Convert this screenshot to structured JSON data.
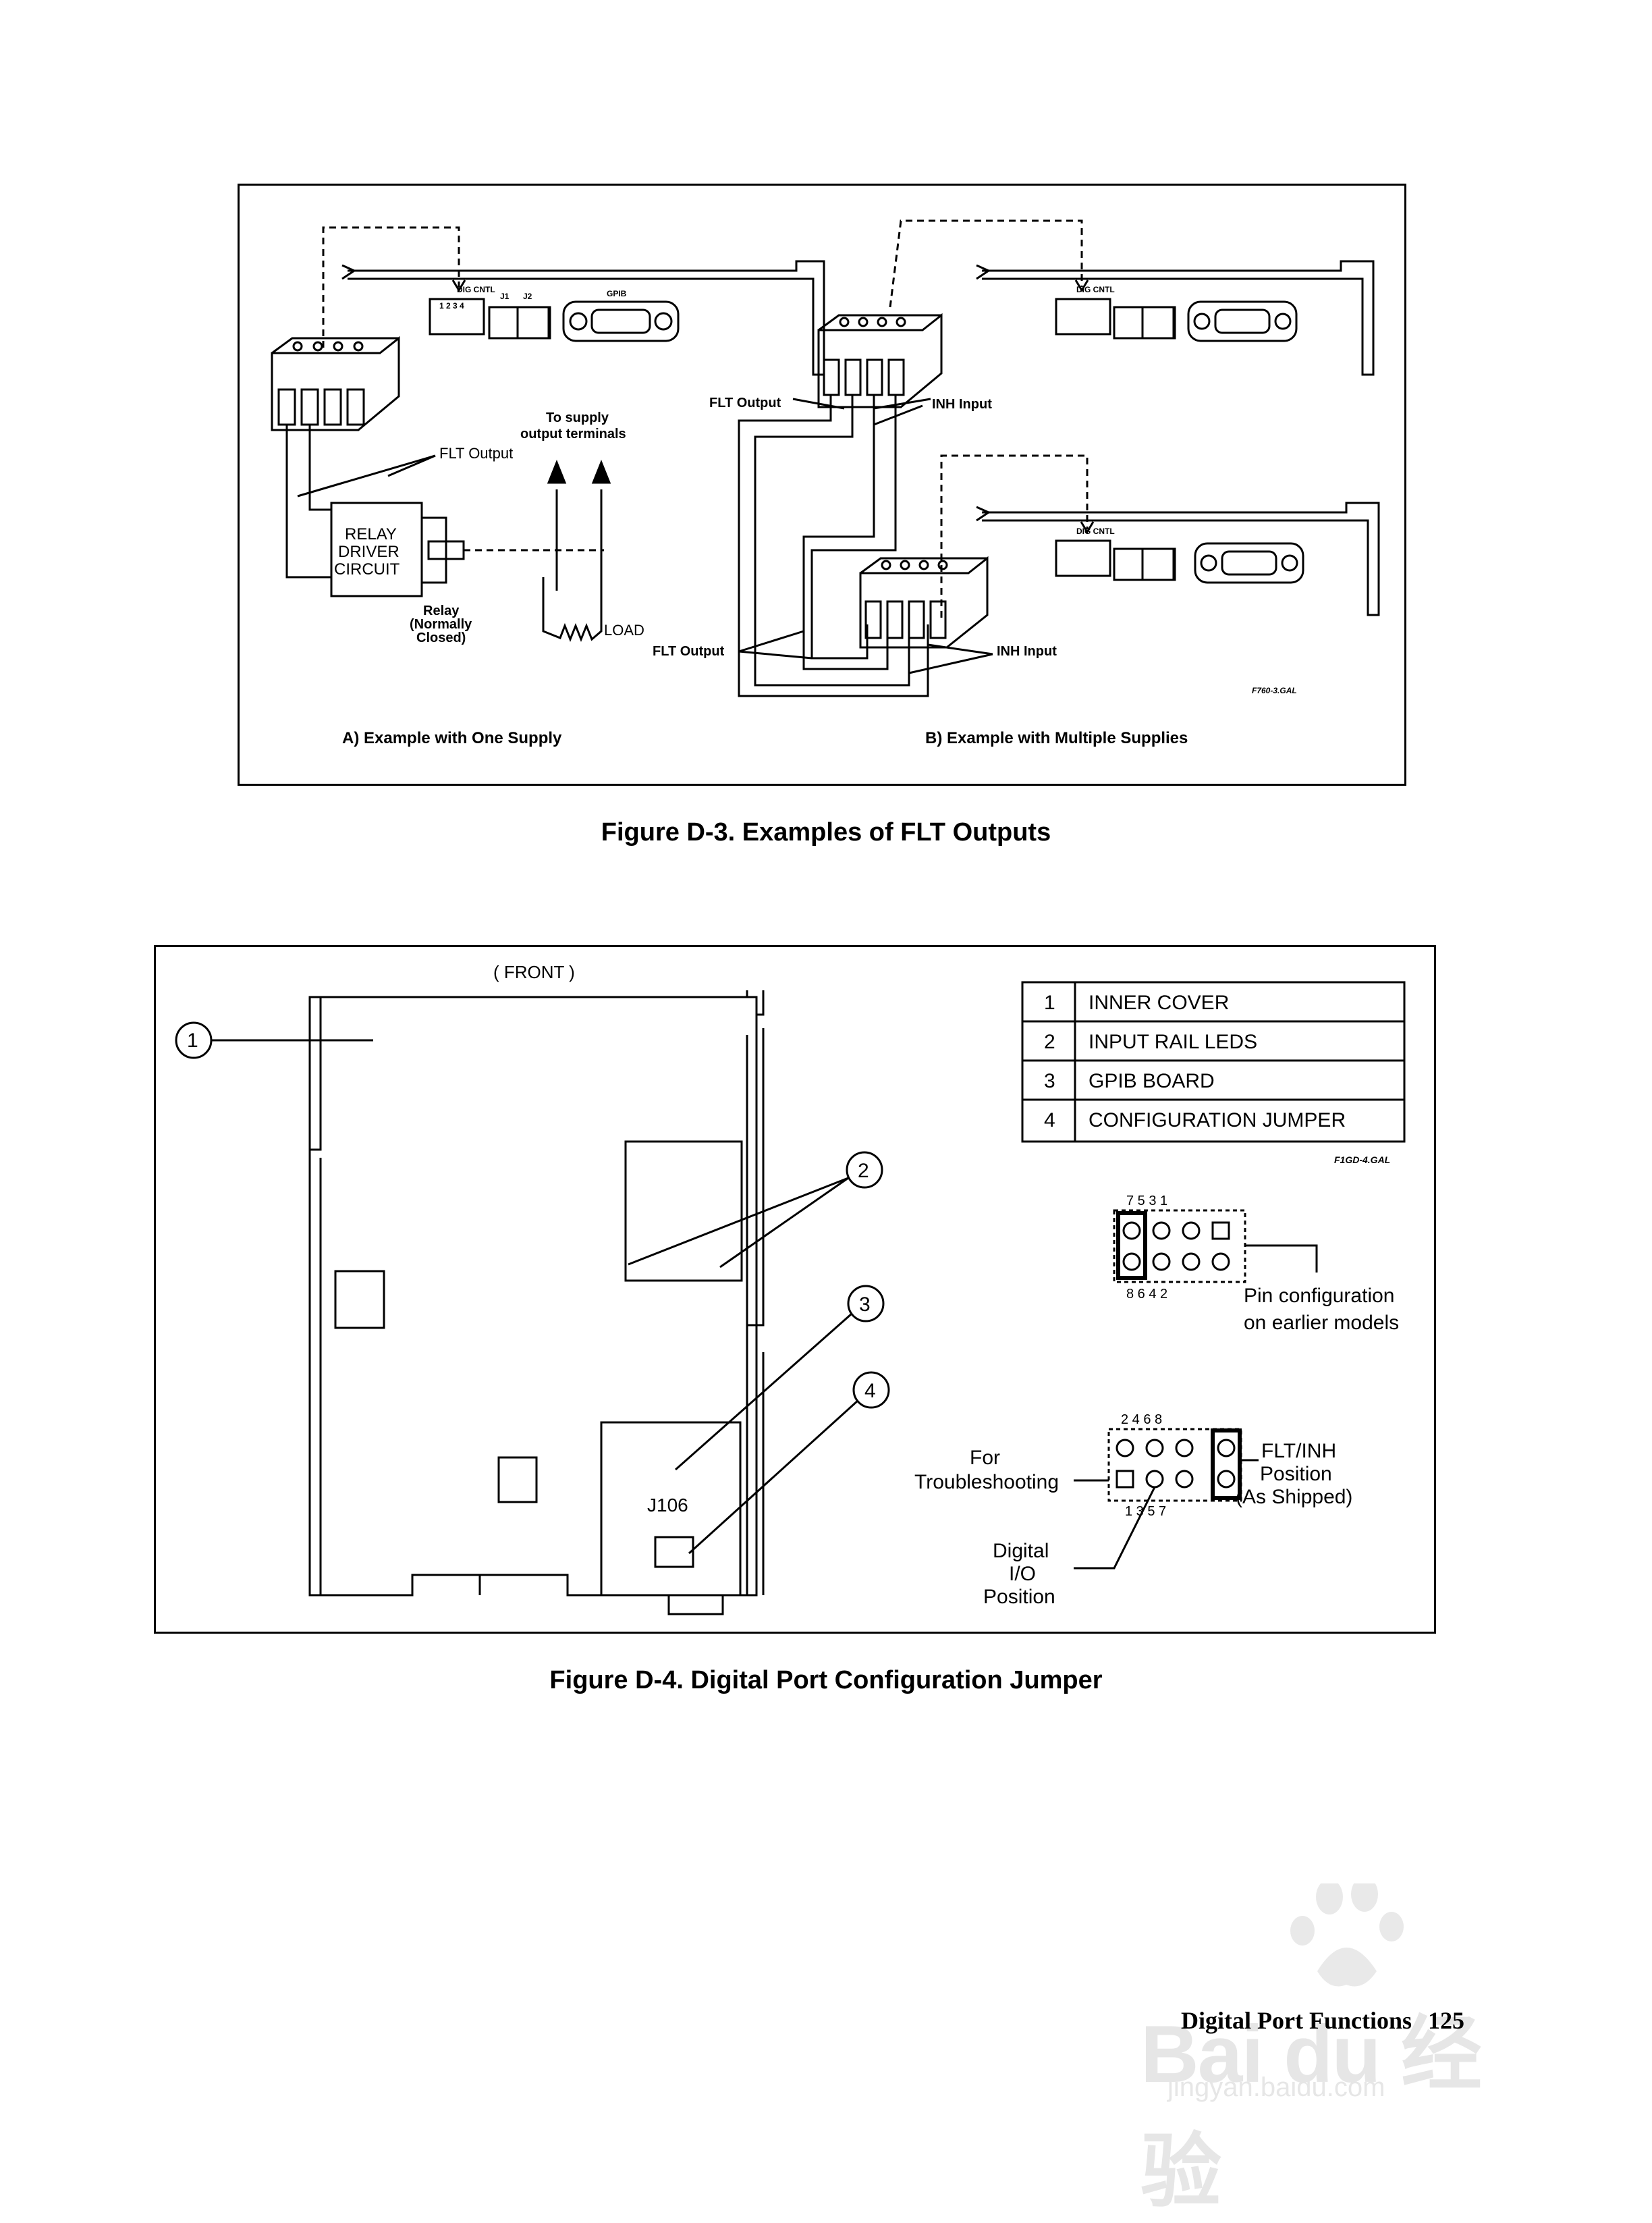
{
  "figure_d3": {
    "caption": "Figure D-3. Examples of FLT Outputs",
    "panel_a_label": "A)   Example with One Supply",
    "panel_b_label": "B)   Example with Multiple Supplies",
    "flt_output": "FLT Output",
    "inh_input": "INH Input",
    "to_supply_line1": "To supply",
    "to_supply_line2": "output terminals",
    "relay_driver_line1": "RELAY",
    "relay_driver_line2": "DRIVER",
    "relay_driver_line3": "CIRCUIT",
    "relay_line1": "Relay",
    "relay_line2": "(Normally",
    "relay_line3": "Closed)",
    "load": "LOAD",
    "dig_cntl": "DIG CNTL",
    "pins": "1 2 3 4",
    "j1": "J1",
    "j2": "J2",
    "gpib": "GPIB",
    "file_ref": "F760-3.GAL"
  },
  "figure_d4": {
    "caption": "Figure D-4. Digital Port Configuration Jumper",
    "front_label": "( FRONT )",
    "connector_label": "J106",
    "callouts": [
      "1",
      "2",
      "3",
      "4"
    ],
    "legend": [
      {
        "num": "1",
        "label": "INNER COVER"
      },
      {
        "num": "2",
        "label": "INPUT RAIL LEDS"
      },
      {
        "num": "3",
        "label": "GPIB BOARD"
      },
      {
        "num": "4",
        "label": "CONFIGURATION JUMPER"
      }
    ],
    "file_ref": "F1GD-4.GAL",
    "earlier_top_pins": "7  5  3  1",
    "earlier_bottom_pins": "8  6  4  2",
    "earlier_line1": "Pin configuration",
    "earlier_line2": "on earlier models",
    "current_top_pins": "2  4  6  8",
    "current_bottom_pins": "1  3  5  7",
    "for_line1": "For",
    "for_line2": "Troubleshooting",
    "flt_line1": "FLT/INH",
    "flt_line2": "Position",
    "flt_line3": "(As Shipped)",
    "dio_line1": "Digital",
    "dio_line2": "I/O",
    "dio_line3": "Position"
  },
  "footer": {
    "title": "Digital Port Functions",
    "page": "125"
  },
  "watermark": {
    "brand": "Bai du 经验",
    "url": "jingyan.baidu.com"
  }
}
